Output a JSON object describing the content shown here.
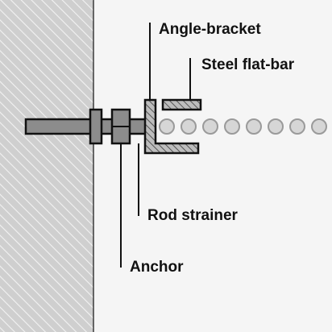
{
  "labels": {
    "angle_bracket": "Angle-bracket",
    "steel_flat_bar": "Steel flat-bar",
    "rod_strainer": "Rod strainer",
    "anchor": "Anchor"
  },
  "colors": {
    "background": "#f5f5f5",
    "wall_fill": "#cfcfcf",
    "wall_hatch": "#f2f2f2",
    "part_fill": "#8c8c8c",
    "bracket_fill": "#bdbdbd",
    "bracket_hatch": "#555555",
    "outline": "#111111",
    "bead_fill": "#d6d6d6",
    "bead_stroke": "#9a9a9a"
  },
  "bead_count": 8
}
